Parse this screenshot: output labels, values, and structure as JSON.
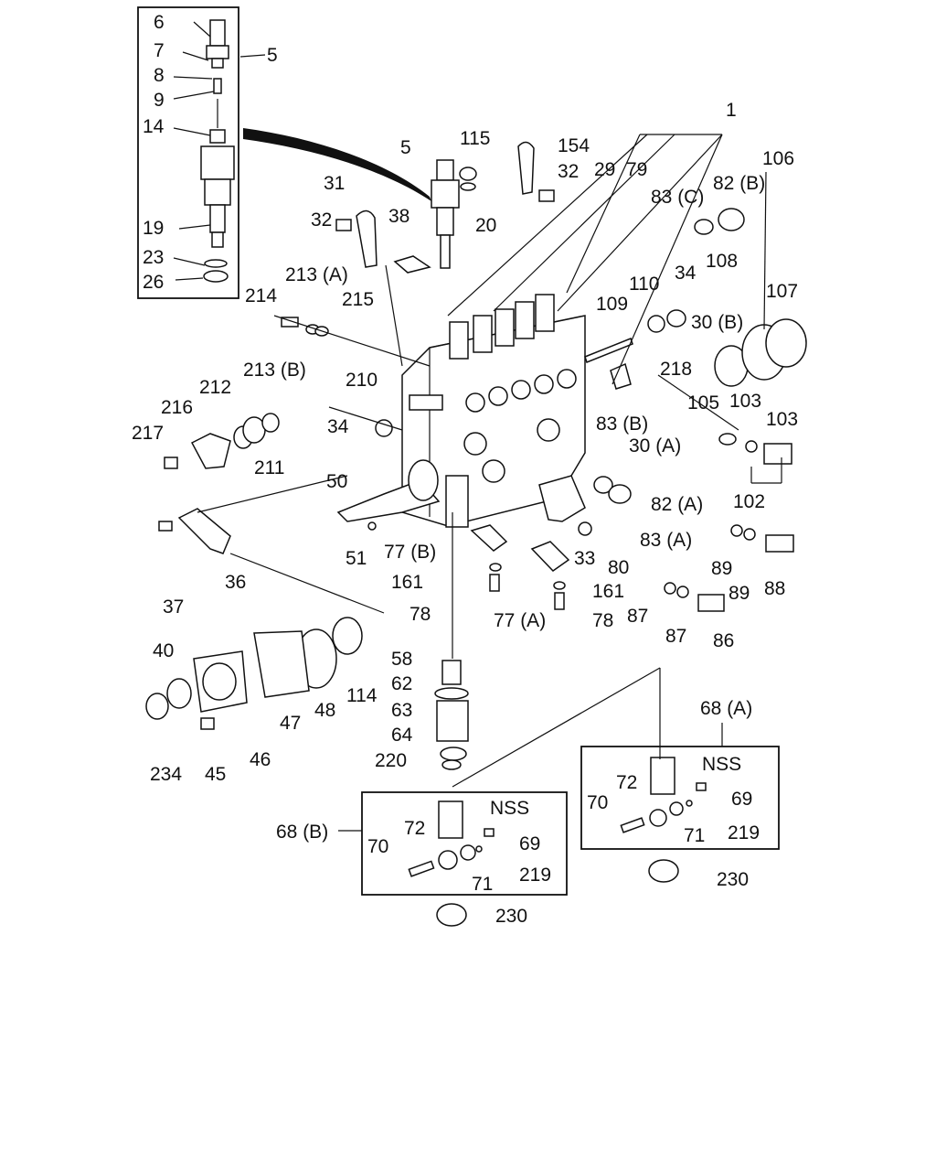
{
  "labels": [
    "1",
    "5",
    "5",
    "6",
    "7",
    "8",
    "9",
    "14",
    "19",
    "23",
    "26",
    "20",
    "115",
    "154",
    "29",
    "79",
    "32",
    "32",
    "31",
    "38",
    "83 (C)",
    "82 (B)",
    "106",
    "107",
    "108",
    "34",
    "110",
    "109",
    "30 (B)",
    "218",
    "105",
    "103",
    "103",
    "213 (A)",
    "214",
    "215",
    "210",
    "213 (B)",
    "212",
    "216",
    "217",
    "211",
    "34",
    "83 (B)",
    "30 (A)",
    "102",
    "50",
    "51",
    "37",
    "36",
    "77 (B)",
    "33",
    "80",
    "82 (A)",
    "83 (A)",
    "89",
    "89",
    "88",
    "161",
    "78",
    "77 (A)",
    "161",
    "78",
    "87",
    "87",
    "86",
    "40",
    "234",
    "45",
    "46",
    "47",
    "48",
    "114",
    "58",
    "62",
    "63",
    "64",
    "220",
    "68 (A)",
    "NSS",
    "72",
    "70",
    "69",
    "71",
    "219",
    "230",
    "68 (B)",
    "NSS",
    "72",
    "70",
    "69",
    "71",
    "219",
    "230"
  ]
}
